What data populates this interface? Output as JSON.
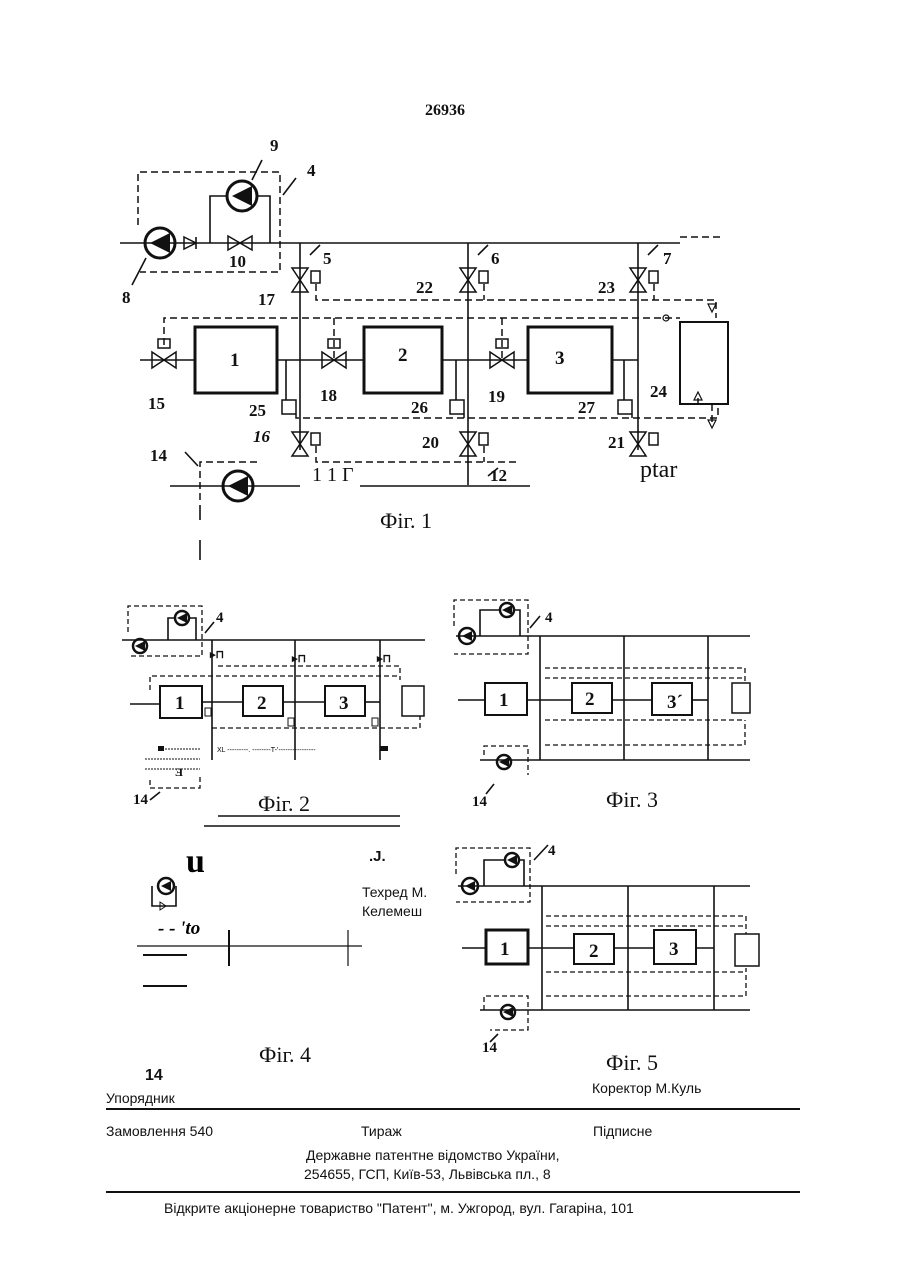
{
  "page_number": "26936",
  "fig1": {
    "caption": "Фіг. 1",
    "labels": [
      "9",
      "4",
      "8",
      "10",
      "5",
      "6",
      "7",
      "17",
      "22",
      "23",
      "15",
      "18",
      "19",
      "24",
      "25",
      "26",
      "27",
      "16",
      "20",
      "21",
      "14",
      "1 1 Г",
      "12",
      "ptar"
    ],
    "boxes": [
      "1",
      "2",
      "3"
    ]
  },
  "fig2": {
    "caption": "Фіг. 2",
    "labels": [
      "4",
      "14"
    ],
    "boxes": [
      "1",
      "2",
      "3"
    ],
    "dash_text": "XL ---------. --------T-'----------------"
  },
  "fig3": {
    "caption": "Фіг. 3",
    "labels": [
      "4",
      "14"
    ],
    "boxes": [
      "1",
      "2",
      "3´"
    ]
  },
  "fig4": {
    "caption": "Фіг. 4",
    "big_u": "u",
    "to_text": "- - 'to"
  },
  "fig5": {
    "caption": "Фіг. 5",
    "labels": [
      "4",
      "14"
    ],
    "boxes": [
      "1",
      "2",
      "3"
    ]
  },
  "colophon": {
    "j_mark": ".J.",
    "tekhred_1": "Техред М.",
    "tekhred_2": "Келемеш",
    "num_14": "14",
    "uporiadnyk": "Упорядник",
    "korektor": "Коректор М.Куль",
    "zamovlennia": "Замовлення 540",
    "tyrazh": "Тираж",
    "pidpysne": "Підписне",
    "agency_1": "Державне патентне відомство України,",
    "agency_2": "254655, ГСП, Київ-53, Львівська пл., 8",
    "printer": "Відкрите акціонерне товариство \"Патент\", м. Ужгород, вул. Гагаріна, 101"
  }
}
